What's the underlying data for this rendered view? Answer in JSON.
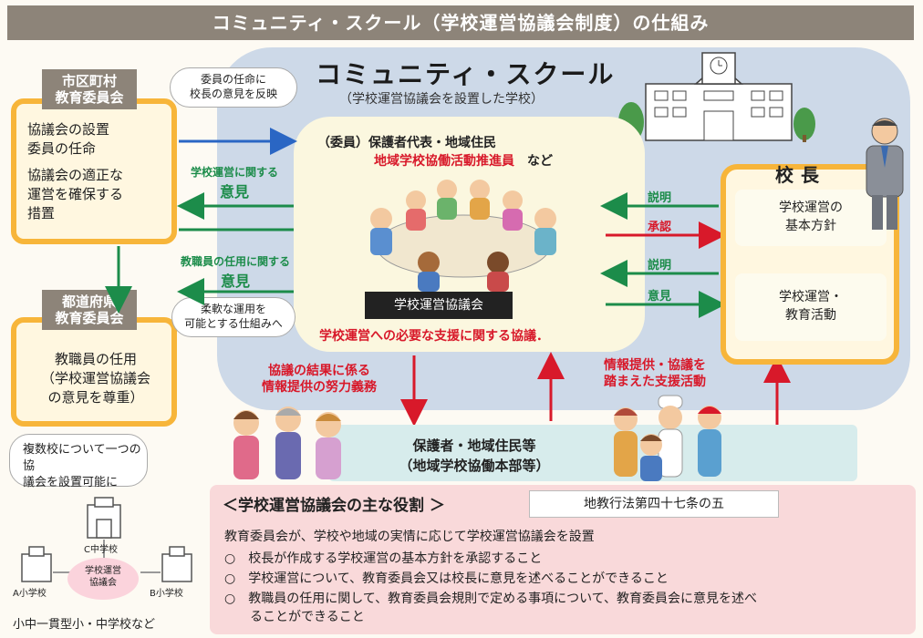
{
  "header": {
    "title": "コミュニティ・スクール（学校運営協議会制度）の仕組み"
  },
  "cs": {
    "title": "コミュニティ・スクール",
    "subtitle": "（学校運営協議会を設置した学校）"
  },
  "council": {
    "members_line1": "（委員）保護者代表・地域住民",
    "members_line2": "地域学校協働活動推進員",
    "members_etc": "など",
    "label": "学校運営協議会",
    "discussion": "学校運営への必要な支援に関する協議．"
  },
  "city_board": {
    "header": [
      "市区町村",
      "教育委員会"
    ],
    "body": [
      "協議会の設置",
      "委員の任命",
      "協議会の適正な",
      "運営を確保する",
      "措置"
    ]
  },
  "pref_board": {
    "header": [
      "都道府県",
      "教育委員会"
    ],
    "body": [
      "教職員の任用",
      "（学校運営協議会",
      "の意見を尊重）"
    ]
  },
  "bubbles": {
    "appoint": [
      "委員の任命に",
      "校長の意見を反映"
    ],
    "flexible": [
      "柔軟な運用を",
      "可能とする仕組みへ"
    ],
    "multi": [
      "複数校について一つの協",
      "議会を設置可能に"
    ]
  },
  "arrows": {
    "school_ops_opinion": [
      "学校運営に関する",
      "意見"
    ],
    "staff_opinion": [
      "教職員の任用に関する",
      "意見"
    ],
    "explain1": "説明",
    "approve": "承認",
    "explain2": "説明",
    "opinion": "意見",
    "info_duty": [
      "協議の結果に係る",
      "情報提供の努力義務"
    ],
    "support": [
      "情報提供・協議を",
      "踏まえた支援活動"
    ]
  },
  "principal": {
    "title": "校長",
    "policy": [
      "学校運営の",
      "基本方針"
    ],
    "activities": [
      "学校運営・",
      "教育活動"
    ]
  },
  "community": {
    "line1": "保護者・地域住民等",
    "line2": "（地域学校協働本部等）"
  },
  "roles": {
    "title": "＜学校運営協議会の主な役割 ＞",
    "law": "地教行法第四十七条の五",
    "intro": "教育委員会が、学校や地域の実情に応じて学校運営協議会を設置",
    "items": [
      "○　校長が作成する学校運営の基本方針を承認すること",
      "○　学校運営について、教育委員会又は校長に意見を述べることができること",
      "○　教職員の任用に関して、教育委員会規則で定める事項について、教育委員会に意見を述べ",
      "　　ることができること"
    ]
  },
  "school_net": {
    "c": "C中学校",
    "a": "A小学校",
    "b": "B小学校",
    "council": [
      "学校運営",
      "協議会"
    ],
    "footer": "小中一貫型小・中学校など"
  },
  "colors": {
    "green": "#1c8c4a",
    "red": "#d8192a",
    "blue": "#2a66c4",
    "orange": "#f7b53a"
  }
}
